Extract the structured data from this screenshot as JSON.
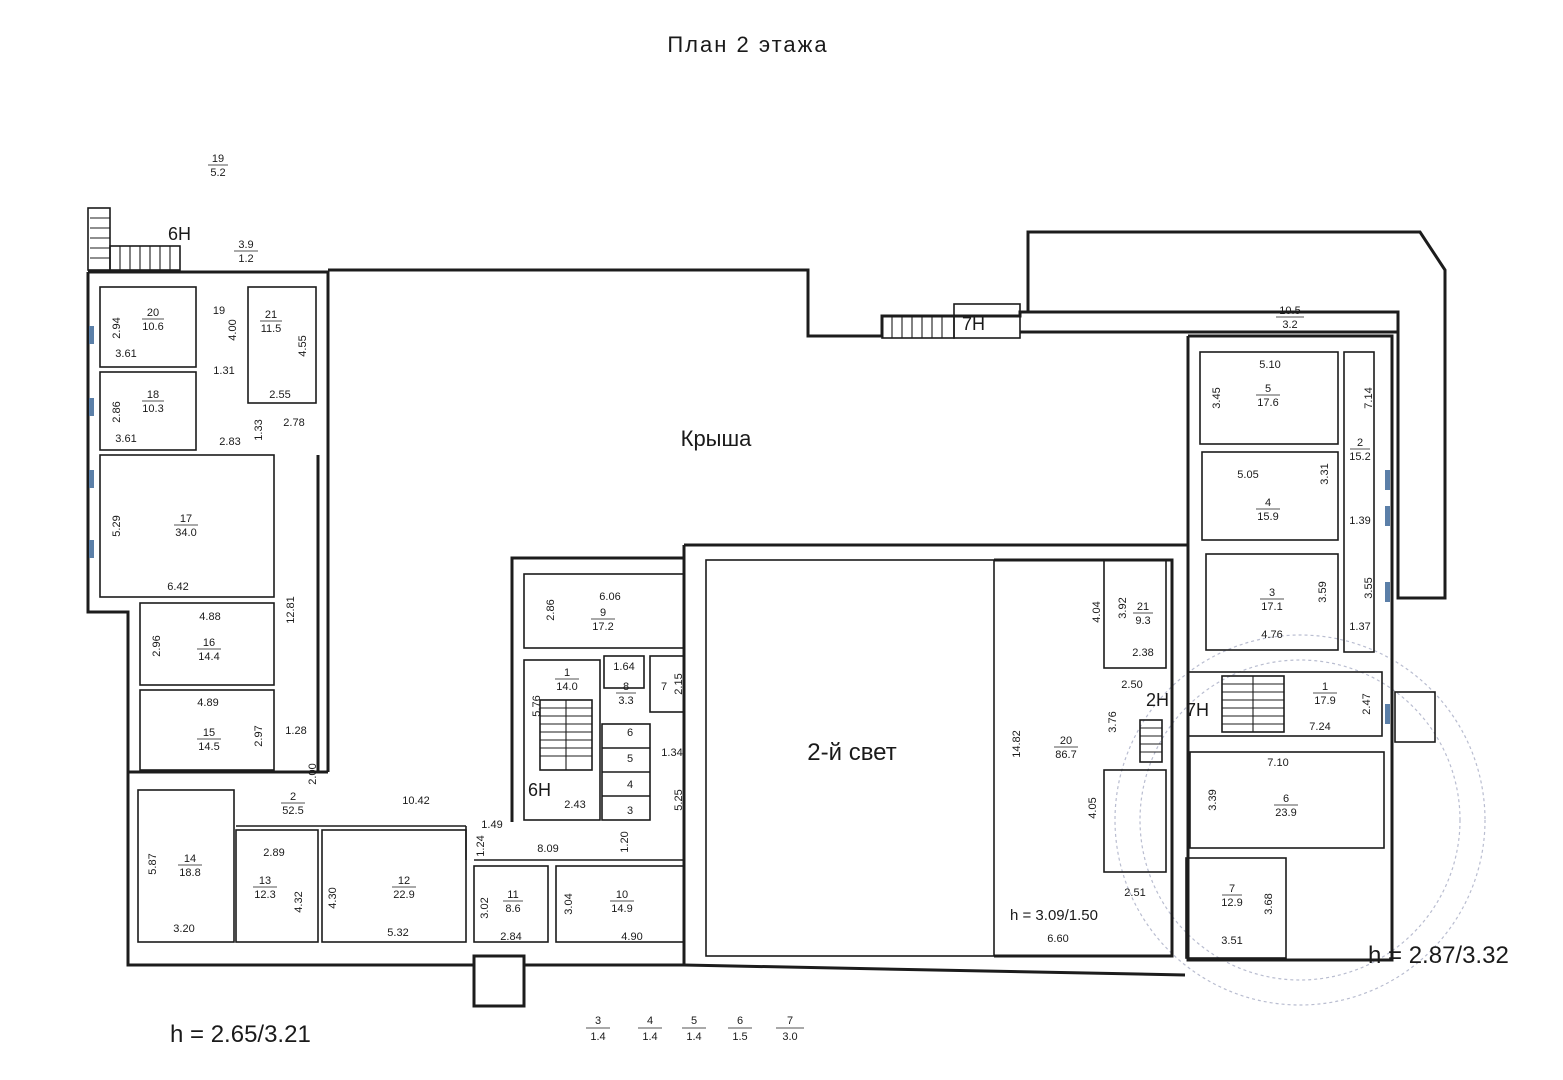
{
  "title": "План 2 этажа",
  "zones": {
    "roof": "Крыша",
    "second_light": "2-й свет",
    "hall_height": "h = 3.09/1.50"
  },
  "heights": {
    "left": "h = 2.65/3.21",
    "right": "h = 2.87/3.32"
  },
  "stair_tags": {
    "top_left": "6Н",
    "top_right": "7Н",
    "center": "6Н",
    "right_upper": "2Н",
    "right_lower": "7Н"
  },
  "rooms": {
    "r19_top": {
      "num": "19",
      "area": "5.2"
    },
    "balcony": {
      "num": "3.9",
      "area": "1.2"
    },
    "terrace": {
      "num": "10.5",
      "area": "3.2"
    },
    "r20": {
      "num": "20",
      "area": "10.6"
    },
    "r19": {
      "num": "19"
    },
    "r21": {
      "num": "21",
      "area": "11.5"
    },
    "r18": {
      "num": "18",
      "area": "10.3"
    },
    "r17": {
      "num": "17",
      "area": "34.0"
    },
    "r16": {
      "num": "16",
      "area": "14.4"
    },
    "r15": {
      "num": "15",
      "area": "14.5"
    },
    "r14": {
      "num": "14",
      "area": "18.8"
    },
    "r13": {
      "num": "13",
      "area": "12.3"
    },
    "r12": {
      "num": "12",
      "area": "22.9"
    },
    "r11": {
      "num": "11",
      "area": "8.6"
    },
    "r10": {
      "num": "10",
      "area": "14.9"
    },
    "r2c": {
      "num": "2",
      "area": "52.5"
    },
    "r9": {
      "num": "9",
      "area": "17.2"
    },
    "r1c": {
      "num": "1",
      "area": "14.0"
    },
    "r8": {
      "num": "8",
      "area": "3.3"
    },
    "r7c": {
      "num": "7"
    },
    "r6c": {
      "num": "6"
    },
    "r5c": {
      "num": "5"
    },
    "r4c": {
      "num": "4"
    },
    "r3c": {
      "num": "3"
    },
    "r21h": {
      "num": "21",
      "area": "9.3"
    },
    "r20h": {
      "num": "20",
      "area": "86.7"
    },
    "e5": {
      "num": "5",
      "area": "17.6"
    },
    "e4": {
      "num": "4",
      "area": "15.9"
    },
    "e3": {
      "num": "3",
      "area": "17.1"
    },
    "e2": {
      "num": "2",
      "area": "15.2"
    },
    "e1": {
      "num": "1",
      "area": "17.9"
    },
    "e6": {
      "num": "6",
      "area": "23.9"
    },
    "e7": {
      "num": "7",
      "area": "12.9"
    }
  },
  "dimensions": {
    "d294": "2.94",
    "d361a": "3.61",
    "d400": "4.00",
    "d131": "1.31",
    "d455": "4.55",
    "d255": "2.55",
    "d286": "2.86",
    "d361b": "3.61",
    "d283": "2.83",
    "d133": "1.33",
    "d278": "2.78",
    "d529": "5.29",
    "d642": "6.42",
    "d488": "4.88",
    "d296": "2.96",
    "d1281": "12.81",
    "d489": "4.89",
    "d297": "2.97",
    "d128": "1.28",
    "d200": "2.00",
    "d1042": "10.42",
    "d149": "1.49",
    "d587": "5.87",
    "d320": "3.20",
    "d289": "2.89",
    "d432": "4.32",
    "d430": "4.30",
    "d532": "5.32",
    "d124": "1.24",
    "d809": "8.09",
    "d120": "1.20",
    "d302": "3.02",
    "d284": "2.84",
    "d304": "3.04",
    "d490": "4.90",
    "d606": "6.06",
    "d286b": "2.86",
    "d164": "1.64",
    "d215": "2.15",
    "d576": "5.76",
    "d134": "1.34",
    "d525": "5.25",
    "d243": "2.43",
    "d404": "4.04",
    "d392": "3.92",
    "d238": "2.38",
    "d250": "2.50",
    "d1482": "14.82",
    "d376": "3.76",
    "d405": "4.05",
    "d251": "2.51",
    "d660": "6.60",
    "d510": "5.10",
    "d345": "3.45",
    "d714": "7.14",
    "d505": "5.05",
    "d331": "3.31",
    "d139": "1.39",
    "d359": "3.59",
    "d355": "3.55",
    "d476": "4.76",
    "d137": "1.37",
    "d247": "2.47",
    "d724": "7.24",
    "d710": "7.10",
    "d339": "3.39",
    "d368": "3.68",
    "d351": "3.51"
  },
  "legend": [
    {
      "num": "3",
      "area": "1.4"
    },
    {
      "num": "4",
      "area": "1.4"
    },
    {
      "num": "5",
      "area": "1.4"
    },
    {
      "num": "6",
      "area": "1.5"
    },
    {
      "num": "7",
      "area": "3.0"
    }
  ]
}
